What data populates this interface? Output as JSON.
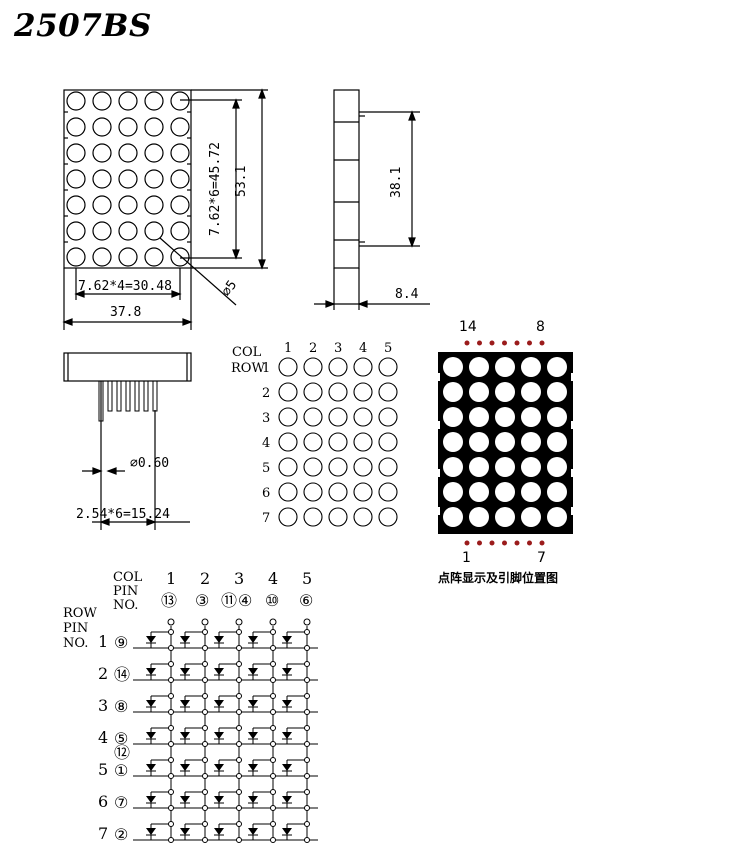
{
  "title": "2507BS",
  "front_view": {
    "dim_pitch_vertical": "7.62*6=45.72",
    "dim_height": "53.1",
    "dim_pitch_horizontal": "7.62*4=30.48",
    "dim_width": "37.8",
    "dim_dot": "⌀5"
  },
  "side_view": {
    "dim_pin_span": "38.1",
    "dim_depth": "8.4"
  },
  "bottom_view": {
    "dim_pin_dia": "⌀0.60",
    "dim_pin_pitch": "2.54*6=15.24"
  },
  "grid": {
    "col_label": "COL",
    "row_label": "ROW",
    "cols": [
      "1",
      "2",
      "3",
      "4",
      "5"
    ],
    "rows": [
      "1",
      "2",
      "3",
      "4",
      "5",
      "6",
      "7"
    ]
  },
  "pin_map": {
    "top_left_pin": "14",
    "top_right_pin": "8",
    "bottom_left_pin": "1",
    "bottom_right_pin": "7",
    "caption": "点阵显示及引脚位置图",
    "pin_color": "#9b1c1c",
    "body_color": "#000000"
  },
  "schematic": {
    "col_header": [
      "COL",
      "PIN",
      "NO."
    ],
    "row_header": [
      "ROW",
      "PIN",
      "NO."
    ],
    "cols": [
      "1",
      "2",
      "3",
      "4",
      "5"
    ],
    "col_pins": [
      "⑬",
      "③",
      "⑪",
      "④",
      "⑩",
      "⑥"
    ],
    "rows": [
      "1",
      "2",
      "3",
      "4",
      "5",
      "6",
      "7"
    ],
    "row_pins": [
      "⑨",
      "⑭",
      "⑧",
      "⑤",
      "⑫",
      "①",
      "⑦",
      "②"
    ]
  }
}
